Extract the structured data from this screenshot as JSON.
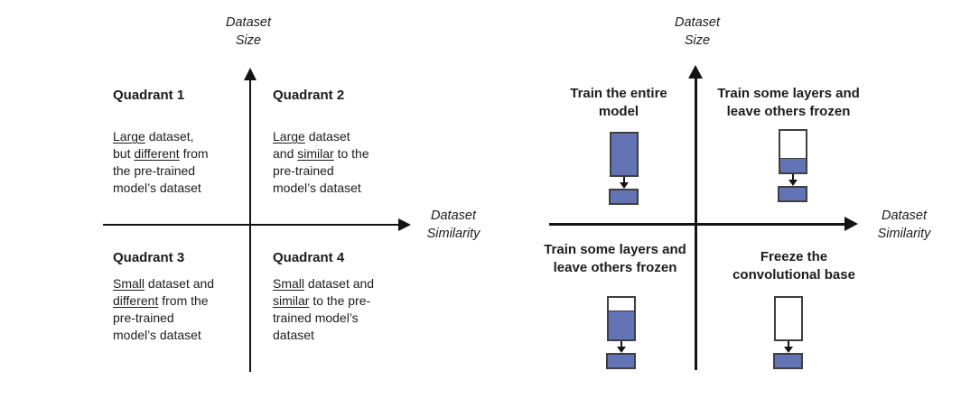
{
  "colors": {
    "block_blue": "#6274b5",
    "block_border": "#3f3f3f",
    "axis": "#141414",
    "text": "#1c1c1c",
    "bg": "#ffffff"
  },
  "left_diagram": {
    "y_axis_label": "Dataset\nSize",
    "x_axis_label": "Dataset\nSimilarity",
    "quadrants": [
      {
        "title": "Quadrant 1",
        "body": [
          [
            {
              "t": "Large",
              "u": true
            },
            {
              "t": " dataset,"
            }
          ],
          [
            {
              "t": "but "
            },
            {
              "t": "different",
              "u": true
            },
            {
              "t": " from"
            }
          ],
          [
            {
              "t": "the pre-trained"
            }
          ],
          [
            {
              "t": "model’s dataset"
            }
          ]
        ]
      },
      {
        "title": "Quadrant 2",
        "body": [
          [
            {
              "t": "Large",
              "u": true
            },
            {
              "t": " dataset"
            }
          ],
          [
            {
              "t": "and "
            },
            {
              "t": "similar",
              "u": true
            },
            {
              "t": " to the"
            }
          ],
          [
            {
              "t": "pre-trained"
            }
          ],
          [
            {
              "t": "model’s dataset"
            }
          ]
        ]
      },
      {
        "title": "Quadrant 3",
        "body": [
          [
            {
              "t": "Small",
              "u": true
            },
            {
              "t": " dataset and"
            }
          ],
          [
            {
              "t": "different",
              "u": true
            },
            {
              "t": " from the"
            }
          ],
          [
            {
              "t": "pre-trained"
            }
          ],
          [
            {
              "t": "model’s dataset"
            }
          ]
        ]
      },
      {
        "title": "Quadrant 4",
        "body": [
          [
            {
              "t": "Small",
              "u": true
            },
            {
              "t": " dataset and"
            }
          ],
          [
            {
              "t": "similar",
              "u": true
            },
            {
              "t": " to the pre-"
            }
          ],
          [
            {
              "t": "trained model’s"
            }
          ],
          [
            {
              "t": "dataset"
            }
          ]
        ]
      }
    ]
  },
  "right_diagram": {
    "y_axis_label": "Dataset\nSize",
    "x_axis_label": "Dataset\nSimilarity",
    "strategies": [
      {
        "caption": "Train the entire\nmodel",
        "fill_percent": 100
      },
      {
        "caption": "Train some layers and\nleave others frozen",
        "fill_percent": 33
      },
      {
        "caption": "Train some layers and\nleave others frozen",
        "fill_percent": 68
      },
      {
        "caption": "Freeze the\nconvolutional base",
        "fill_percent": 0
      }
    ]
  }
}
